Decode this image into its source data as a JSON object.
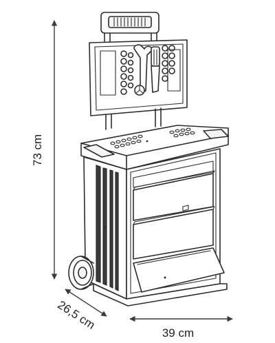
{
  "dimensions": {
    "height_label": "73 cm",
    "depth_label": "26,5 cm",
    "width_label": "39 cm"
  },
  "colors": {
    "ink": "#2b2b2b",
    "background": "#ffffff"
  }
}
